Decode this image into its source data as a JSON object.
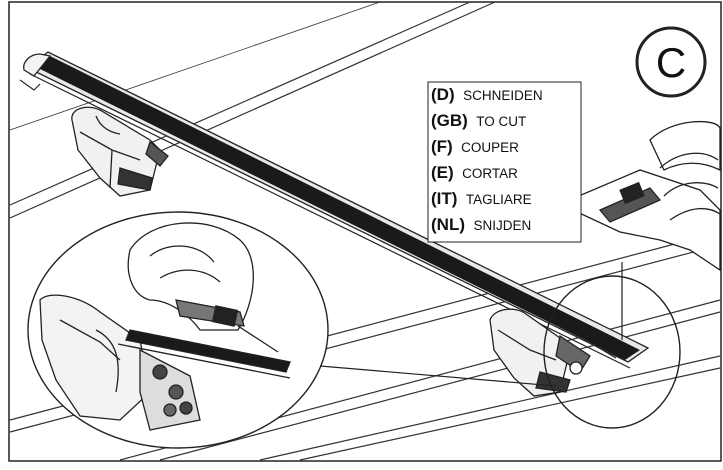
{
  "figure": {
    "badge": "C",
    "instructions": [
      {
        "lang": "(D)",
        "word": "SCHNEIDEN"
      },
      {
        "lang": "(GB)",
        "word": "TO CUT"
      },
      {
        "lang": "(F)",
        "word": "COUPER"
      },
      {
        "lang": "(E)",
        "word": "CORTAR"
      },
      {
        "lang": "(IT)",
        "word": "TAGLIARE"
      },
      {
        "lang": "(NL)",
        "word": "SNIJDEN"
      }
    ]
  }
}
